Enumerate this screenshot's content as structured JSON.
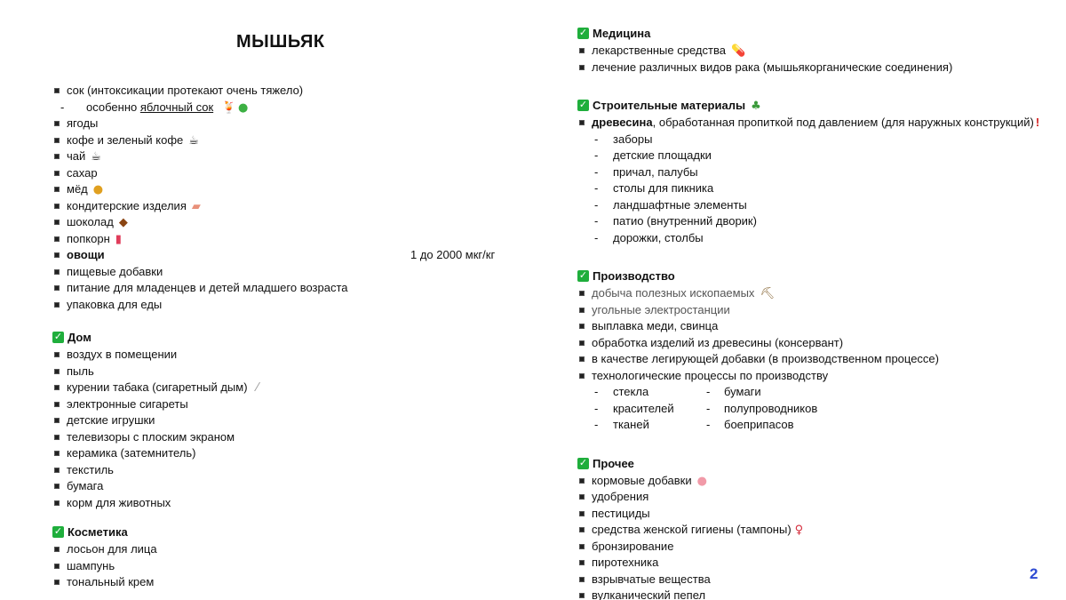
{
  "title": "МЫШЬЯК",
  "page_number": "2",
  "food": {
    "items": [
      "сок (интоксикации протекают очень тяжело)",
      "ягоды",
      "кофе и зеленый кофе",
      "чай",
      "сахар",
      "мёд",
      "кондитерские изделия",
      "шоколад",
      "попкорн",
      "овощи",
      "пищевые добавки",
      "питание для младенцев и детей младшего возраста",
      "упаковка для еды"
    ],
    "juice_sub_prefix": "особенно ",
    "juice_sub_link": "яблочный сок",
    "dose": "1 до 2000 мкг/кг"
  },
  "home": {
    "title": "Дом",
    "items": [
      "воздух в помещении",
      "пыль",
      "курении табака (сигаретный дым)",
      "электронные сигареты",
      "детские игрушки",
      "телевизоры с плоским экраном",
      "керамика (затемнитель)",
      "текстиль",
      "бумага",
      "корм для животных"
    ]
  },
  "cosmetics": {
    "title": "Косметика",
    "items": [
      "лосьон для лица",
      "шампунь",
      "тональный крем"
    ]
  },
  "medicine": {
    "title": "Медицина",
    "items": [
      "лекарственные средства",
      "лечение различных видов рака (мышьякорганические соединения)"
    ]
  },
  "building": {
    "title": "Строительные материалы",
    "wood_bold": "древесина",
    "wood_rest": ", обработанная пропиткой под давлением (для наружных конструкций)",
    "sub": [
      "заборы",
      "детские площадки",
      "причал, палубы",
      "столы для пикника",
      "ландшафтные элементы",
      "патио (внутренний дворик)",
      "дорожки, столбы"
    ]
  },
  "production": {
    "title": "Производство",
    "items": [
      "добыча полезных ископаемых",
      "угольные электростанции",
      "выплавка меди, свинца",
      "обработка изделий из древесины (консервант)",
      "в качестве легирующей добавки (в производственном процессе)",
      "технологические процессы по производству"
    ],
    "sub_left": [
      "стекла",
      "красителей",
      "тканей"
    ],
    "sub_right": [
      "бумаги",
      "полупроводников",
      "боеприпасов"
    ]
  },
  "other": {
    "title": "Прочее",
    "items": [
      "кормовые добавки",
      "удобрения",
      "пестициды",
      "средства женской гигиены (тампоны)",
      "бронзирование",
      "пиротехника",
      "взрывчатые вещества",
      "вулканический пепел"
    ]
  },
  "icons": {
    "check": "check-icon",
    "accent_check": "#1fae3c",
    "page_number_color": "#2e4bd3"
  }
}
